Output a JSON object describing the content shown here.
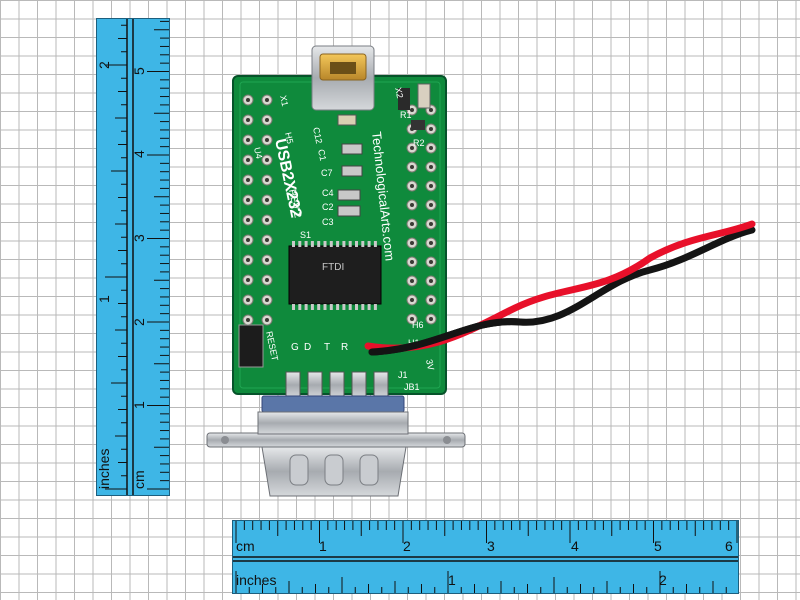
{
  "vertical_ruler": {
    "cm_label": "cm",
    "inch_label": "inches",
    "cm_numbers": [
      "1",
      "2",
      "3",
      "4",
      "5"
    ],
    "inch_numbers": [
      "1",
      "2"
    ]
  },
  "horizontal_ruler": {
    "cm_label": "cm",
    "inch_label": "inches",
    "cm_numbers": [
      "1",
      "2",
      "3",
      "4",
      "5",
      "6"
    ],
    "inch_numbers": [
      "1",
      "2"
    ]
  },
  "board": {
    "name": "USB2X232",
    "revision": "REV 2",
    "website": "TechnologicalArts.com",
    "chip_text": "FTDI",
    "reset_label": "RESET",
    "labels": [
      "U4",
      "H5",
      "C12",
      "C1",
      "R1",
      "R2",
      "C7",
      "C4",
      "C2",
      "C3",
      "S1",
      "H6",
      "H1",
      "J1",
      "G",
      "D",
      "T",
      "R",
      "X1",
      "X2",
      "3V",
      "JB1"
    ]
  },
  "colors": {
    "ruler": "#3eb6e6",
    "pcb": "#0f8a3c",
    "wire_red": "#e8102a",
    "wire_black": "#141414",
    "connector": "#b8bcc2"
  }
}
